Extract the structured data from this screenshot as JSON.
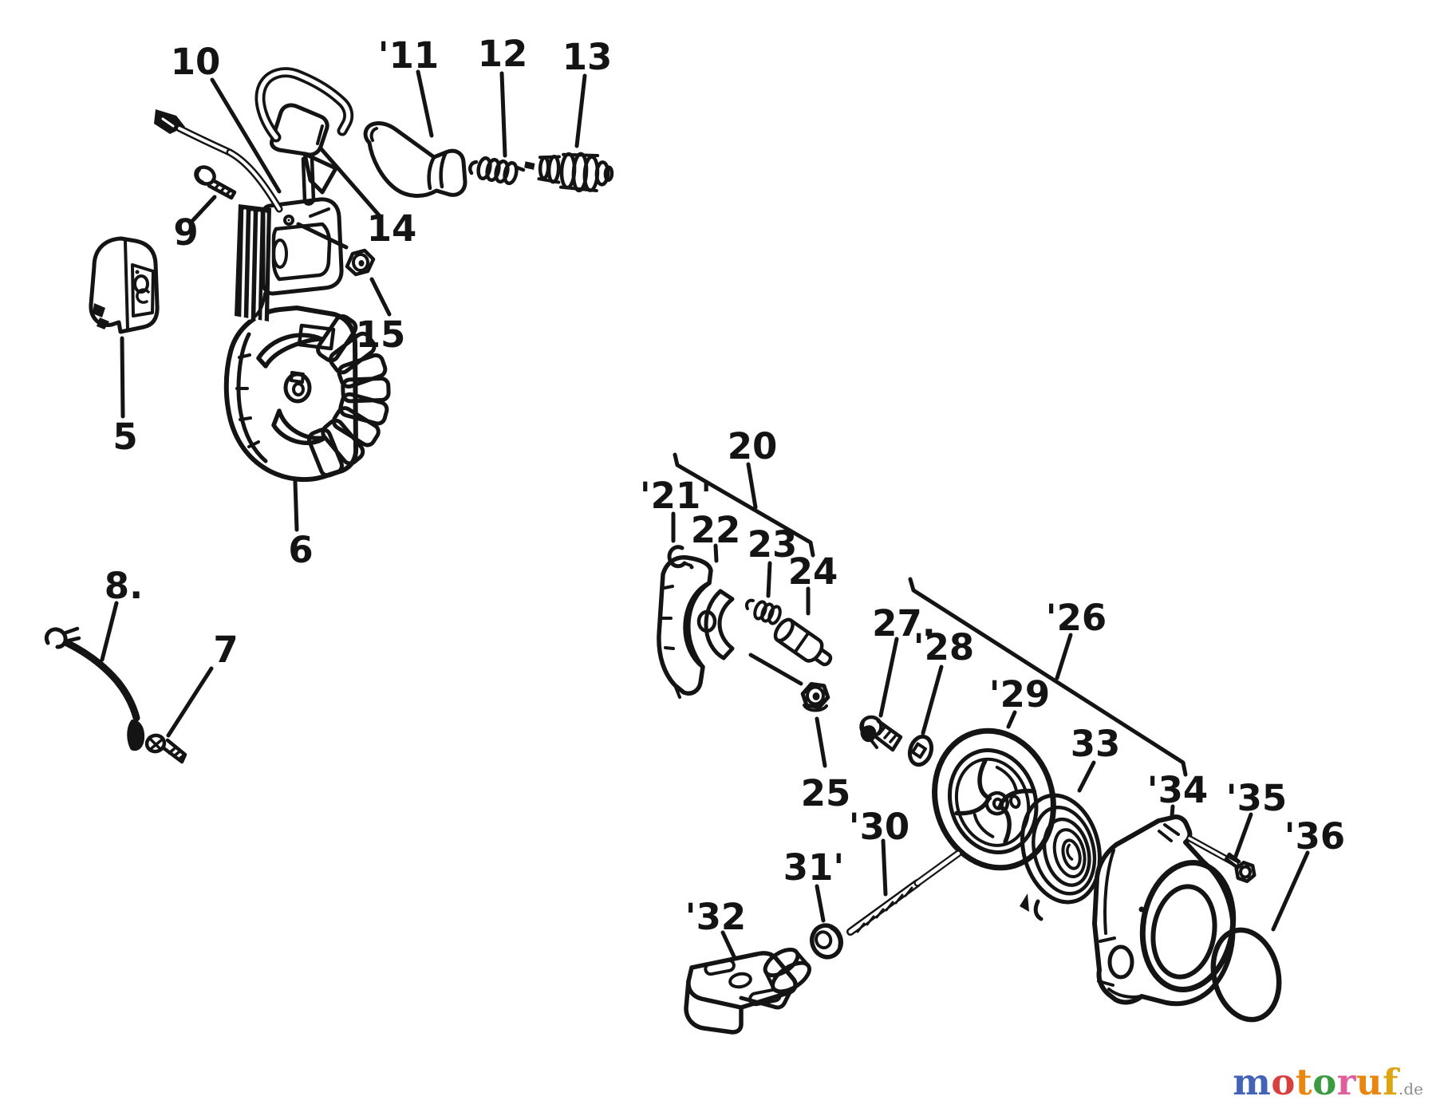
{
  "diagram": {
    "kind": "exploded-parts-diagram",
    "ink_color": "#141414",
    "background_color": "#ffffff",
    "callouts": [
      {
        "part": 5,
        "label": "5"
      },
      {
        "part": 6,
        "label": "6"
      },
      {
        "part": 7,
        "label": "7"
      },
      {
        "part": 8,
        "label": "8."
      },
      {
        "part": 9,
        "label": "9"
      },
      {
        "part": 10,
        "label": "10"
      },
      {
        "part": 11,
        "label": "'11"
      },
      {
        "part": 12,
        "label": "12"
      },
      {
        "part": 13,
        "label": "13"
      },
      {
        "part": 14,
        "label": "14"
      },
      {
        "part": 15,
        "label": "15"
      },
      {
        "part": 20,
        "label": "20"
      },
      {
        "part": 21,
        "label": "'21'"
      },
      {
        "part": 22,
        "label": "22"
      },
      {
        "part": 23,
        "label": "23"
      },
      {
        "part": 24,
        "label": "24"
      },
      {
        "part": 25,
        "label": "25"
      },
      {
        "part": 26,
        "label": "'26"
      },
      {
        "part": 27,
        "label": "27."
      },
      {
        "part": 28,
        "label": "'28"
      },
      {
        "part": 29,
        "label": "'29"
      },
      {
        "part": 30,
        "label": "'30"
      },
      {
        "part": 31,
        "label": "31'"
      },
      {
        "part": 32,
        "label": "'32"
      },
      {
        "part": 33,
        "label": "33"
      },
      {
        "part": 34,
        "label": "'34"
      },
      {
        "part": 35,
        "label": "'35"
      },
      {
        "part": 36,
        "label": "'36"
      }
    ]
  },
  "logo": {
    "word": "motoruf",
    "suffix": ".de",
    "letters": [
      {
        "char": "m",
        "color": "#4363b6"
      },
      {
        "char": "o",
        "color": "#d84040"
      },
      {
        "char": "t",
        "color": "#e9860f"
      },
      {
        "char": "o",
        "color": "#3c9b41"
      },
      {
        "char": "r",
        "color": "#df5f9d"
      },
      {
        "char": "u",
        "color": "#e9860f"
      },
      {
        "char": "f",
        "color": "#dda512"
      }
    ]
  }
}
